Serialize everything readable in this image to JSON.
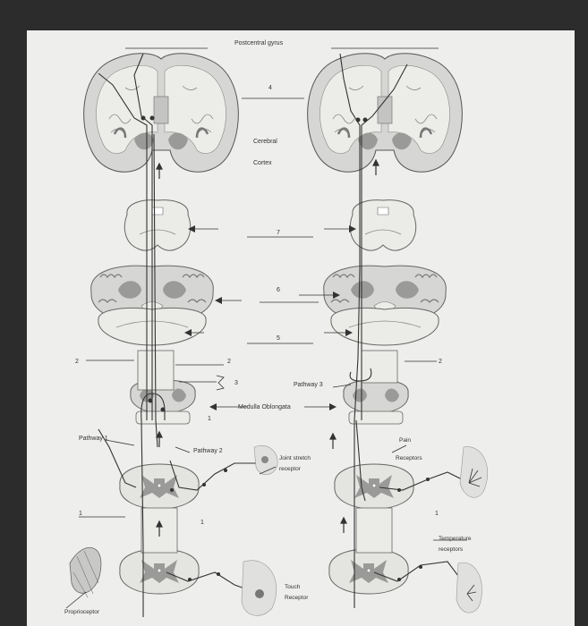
{
  "labels": {
    "postcentral": "Postcentral gyrus",
    "n4": "4",
    "cerebral": "Cerebral",
    "cortex": "Cortex",
    "n7": "7",
    "n6": "6",
    "n5": "5",
    "n2_left": "2",
    "n2_mid": "2",
    "n2_right": "2",
    "n3": "3",
    "pathway3": "Pathway 3",
    "medulla": "Medulla Oblongata",
    "pathway1": "Pathway 1",
    "pathway2": "Pathway 2",
    "pain": "Pain",
    "receptors": "Receptors",
    "joint1": "Joint stretch",
    "joint2": "receptor",
    "n1_left": "1",
    "n1_mid": "1",
    "n1_right": "1",
    "temp1": "Temperature",
    "temp2": "receptors",
    "touch1": "Touch",
    "touch2": "Receptor",
    "proprio": "Proprioceptor",
    "n1_small": "1"
  },
  "colors": {
    "background": "#2c2c2c",
    "paper": "#eeeeec",
    "tissue": "#d6d6d4",
    "tissue_dark": "#9a9a98",
    "line": "#333333"
  }
}
